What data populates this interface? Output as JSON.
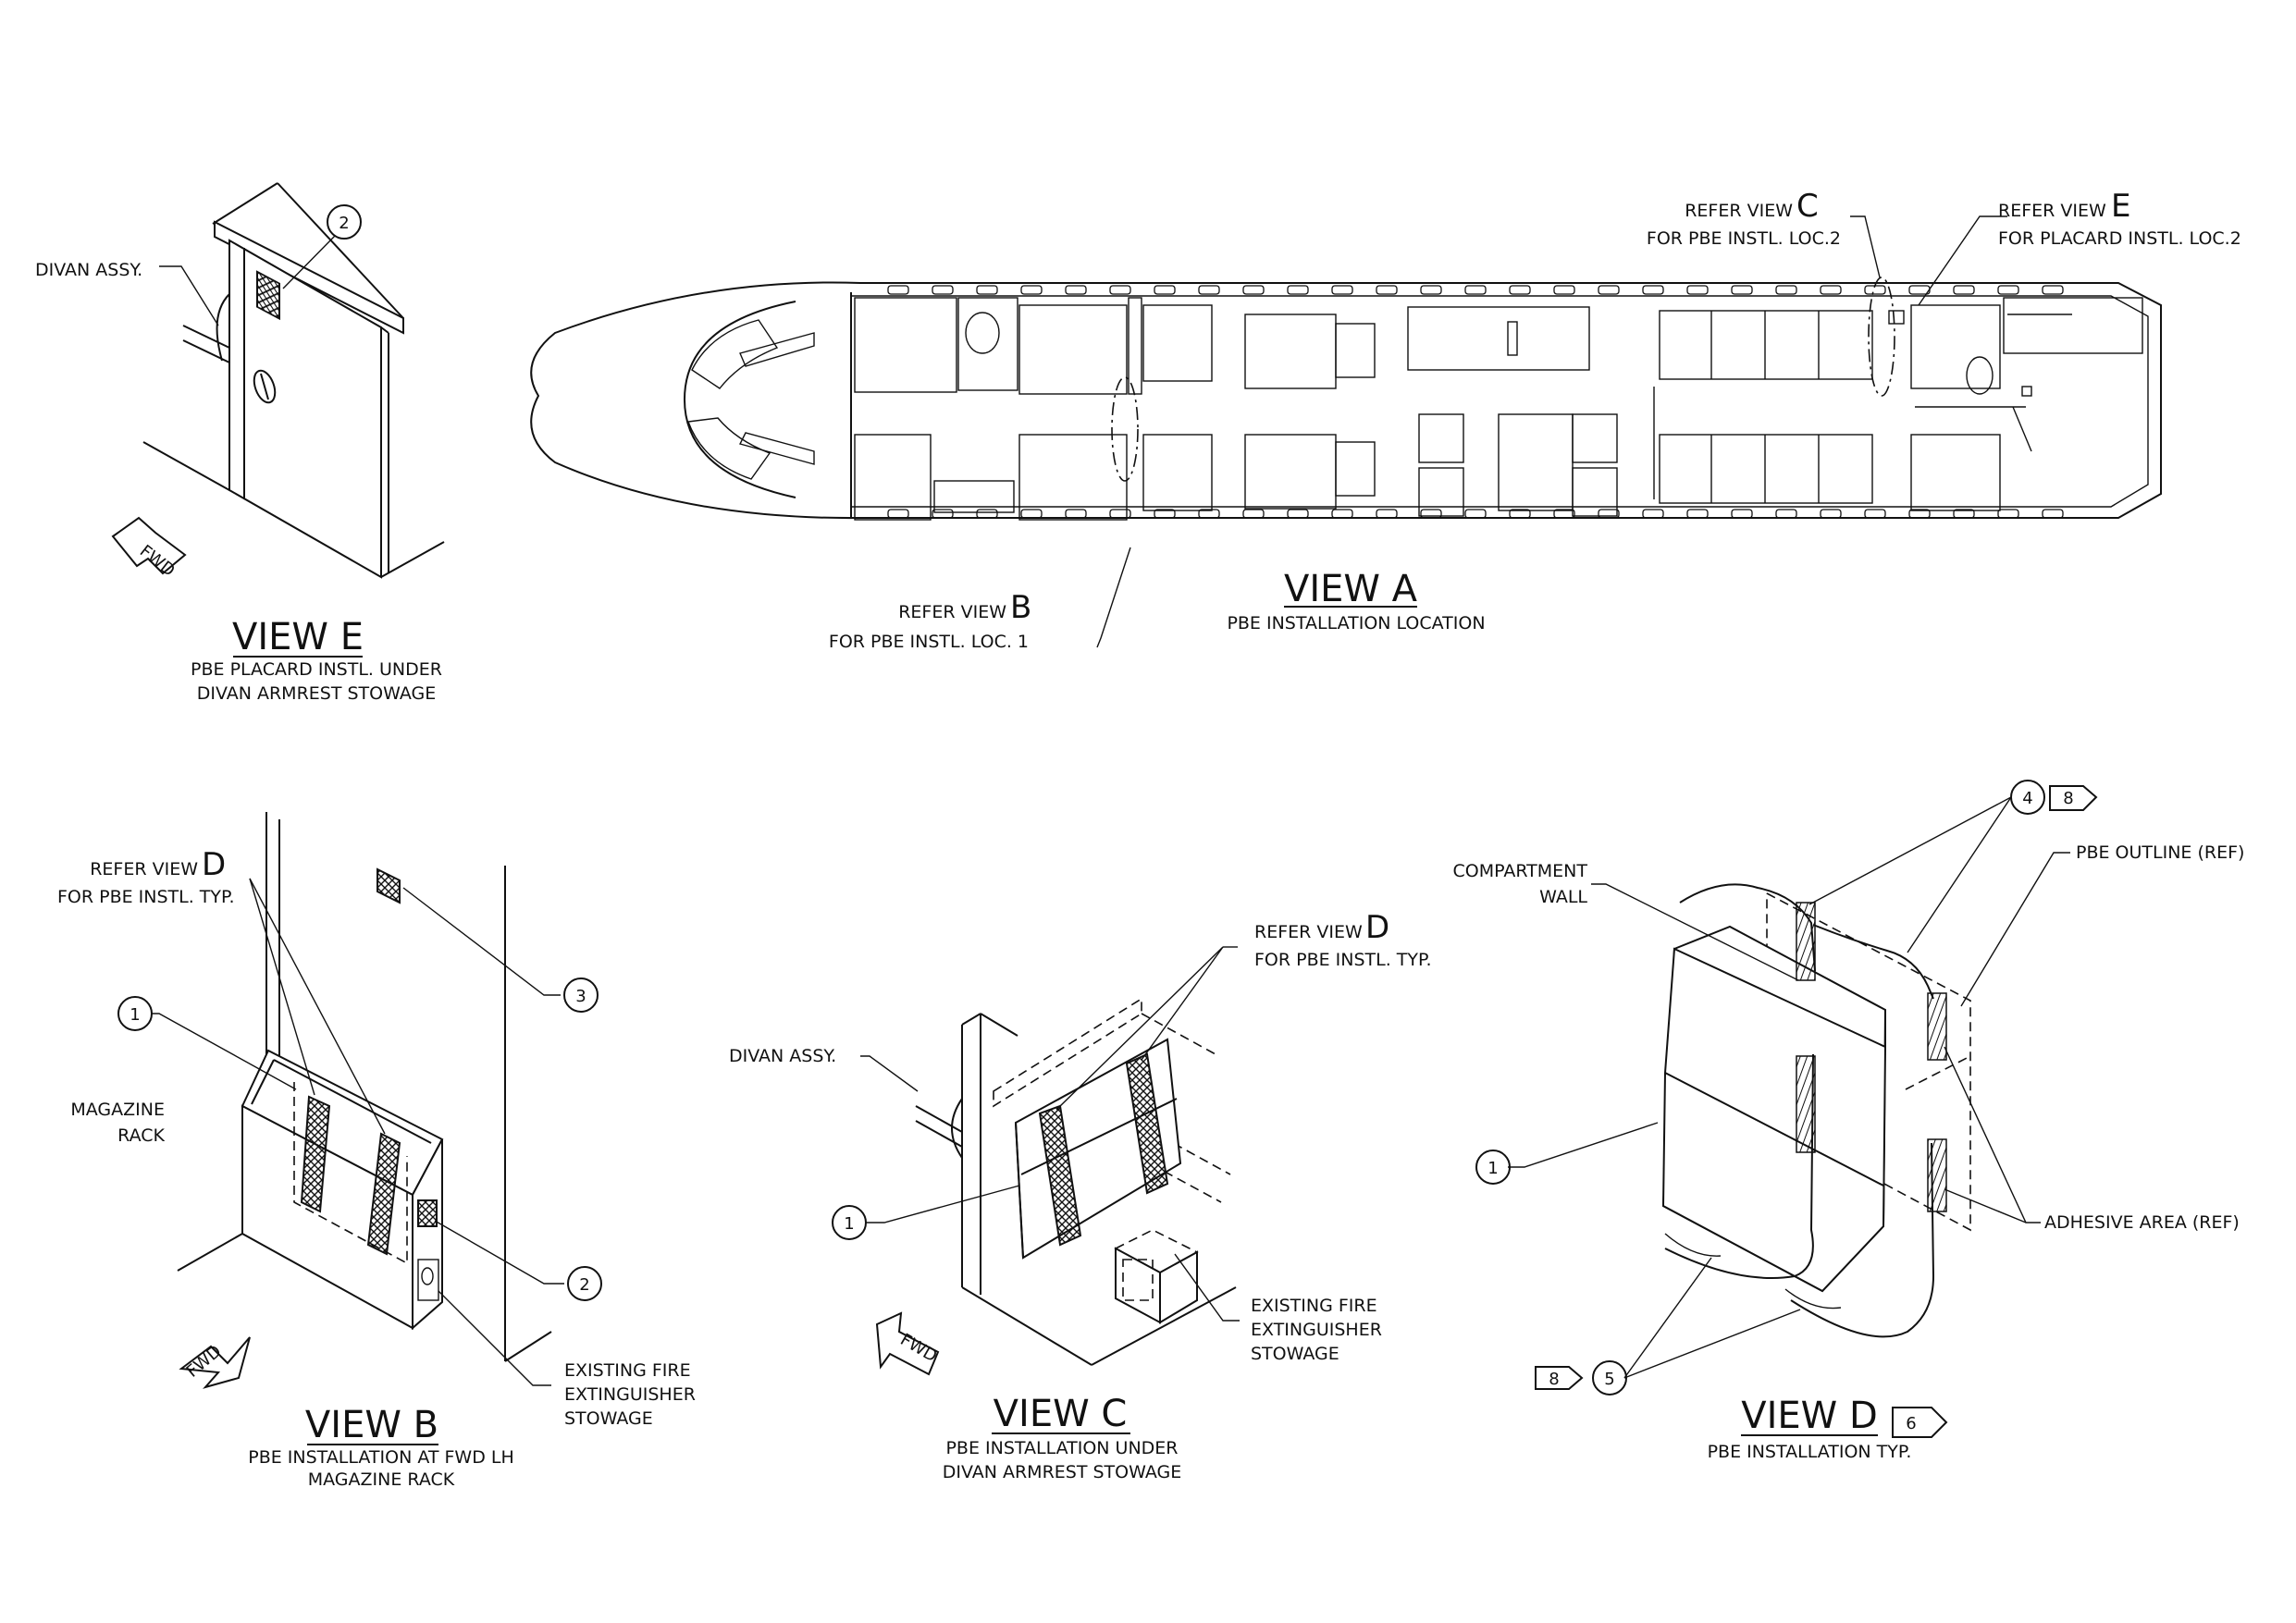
{
  "views": {
    "e": {
      "title": "VIEW E",
      "sub1": "PBE PLACARD INSTL.  UNDER",
      "sub2": "DIVAN ARMREST STOWAGE",
      "divan": "DIVAN ASSY.",
      "callout": "2",
      "fwd": "FWD"
    },
    "a": {
      "title": "VIEW A",
      "sub": "PBE INSTALLATION LOCATION",
      "refer_b_pre": "REFER VIEW ",
      "refer_b_letter": "B",
      "refer_b_for": "FOR PBE INSTL. LOC. 1",
      "refer_c_pre": "REFER VIEW ",
      "refer_c_letter": "C",
      "refer_c_for": "FOR PBE INSTL. LOC.2",
      "refer_e_pre": "REFER VIEW ",
      "refer_e_letter": "E",
      "refer_e_for": "FOR PLACARD INSTL. LOC.2"
    },
    "b": {
      "title": "VIEW B",
      "sub1": "PBE INSTALLATION AT FWD LH",
      "sub2": "MAGAZINE RACK",
      "refer_pre": "REFER VIEW ",
      "refer_letter": "D",
      "refer_for": "FOR PBE INSTL. TYP.",
      "magazine1": "MAGAZINE",
      "magazine2": "RACK",
      "ext1": "EXISTING FIRE",
      "ext2": "EXTINGUISHER",
      "ext3": "STOWAGE",
      "c1": "1",
      "c2": "2",
      "c3": "3",
      "fwd": "FWD"
    },
    "c": {
      "title": "VIEW C",
      "sub1": "PBE INSTALLATION UNDER",
      "sub2": "DIVAN ARMREST STOWAGE",
      "refer_pre": "REFER VIEW ",
      "refer_letter": "D",
      "refer_for": "FOR PBE INSTL. TYP.",
      "divan": "DIVAN ASSY.",
      "ext1": "EXISTING FIRE",
      "ext2": "EXTINGUISHER",
      "ext3": "STOWAGE",
      "c1": "1",
      "fwd": "FWD"
    },
    "d": {
      "title": "VIEW D",
      "flag": "6",
      "sub": "PBE INSTALLATION TYP.",
      "comp1": "COMPARTMENT",
      "comp2": "WALL",
      "outline": "PBE OUTLINE (REF)",
      "adhesive": "ADHESIVE AREA (REF)",
      "c1": "1",
      "c4": "4",
      "c5": "5",
      "flag4": "8",
      "flag5": "8"
    }
  }
}
